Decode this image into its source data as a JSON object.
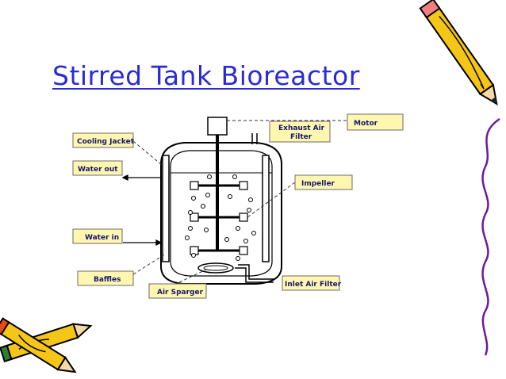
{
  "title": "Stirred Tank Bioreactor",
  "labels": {
    "cooling_jacket": "Cooling Jacket",
    "water_out": "Water out",
    "water_in": "Water in",
    "baffles": "Baffles",
    "air_sparger": "Air Sparger",
    "exhaust_air_filter_line1": "Exhaust Air",
    "exhaust_air_filter_line2": "Filter",
    "motor": "Motor",
    "impeller": "Impeller",
    "inlet_air_filter": "Inlet Air Filter"
  },
  "colors": {
    "title": "#2b2bd6",
    "label_box_fill": "#fff7b0",
    "label_box_border": "#6b6b6b",
    "label_text": "#16166e",
    "pencil_body": "#f5c518",
    "pencil_tip": "#e64a19",
    "swirl": "#6a1b9a"
  },
  "decorations": [
    "pencil-icon",
    "crayon-icon",
    "swirl-border"
  ]
}
